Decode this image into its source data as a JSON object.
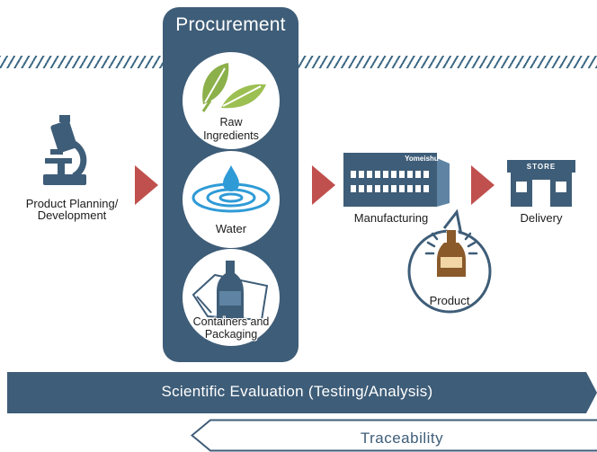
{
  "procurement": {
    "title": "Procurement",
    "items": [
      {
        "label_line1": "Raw",
        "label_line2": "Ingredients",
        "icon": "leaf-icon"
      },
      {
        "label": "Water",
        "icon": "water-drop-icon"
      },
      {
        "label_line1": "Containers and",
        "label_line2": "Packaging",
        "icon": "bottle-packaging-icon"
      }
    ]
  },
  "steps": {
    "planning": {
      "line1": "Product Planning/",
      "line2": "Development",
      "icon": "microscope-icon"
    },
    "manufacturing": {
      "label": "Manufacturing",
      "factory_sign": "Yomeishu",
      "icon": "factory-icon"
    },
    "delivery": {
      "label": "Delivery",
      "store_sign": "STORE",
      "icon": "store-icon"
    },
    "product": {
      "label": "Product",
      "icon": "product-bottle-icon"
    }
  },
  "bars": {
    "scientific_evaluation": "Scientific Evaluation (Testing/Analysis)",
    "traceability": "Traceability"
  },
  "colors": {
    "navy": "#3e5d78",
    "arrow_red": "#c0504d",
    "leaf_green": "#8cb04a",
    "water_blue": "#2f9bd6",
    "bottle_brown": "#8a5a2b"
  }
}
